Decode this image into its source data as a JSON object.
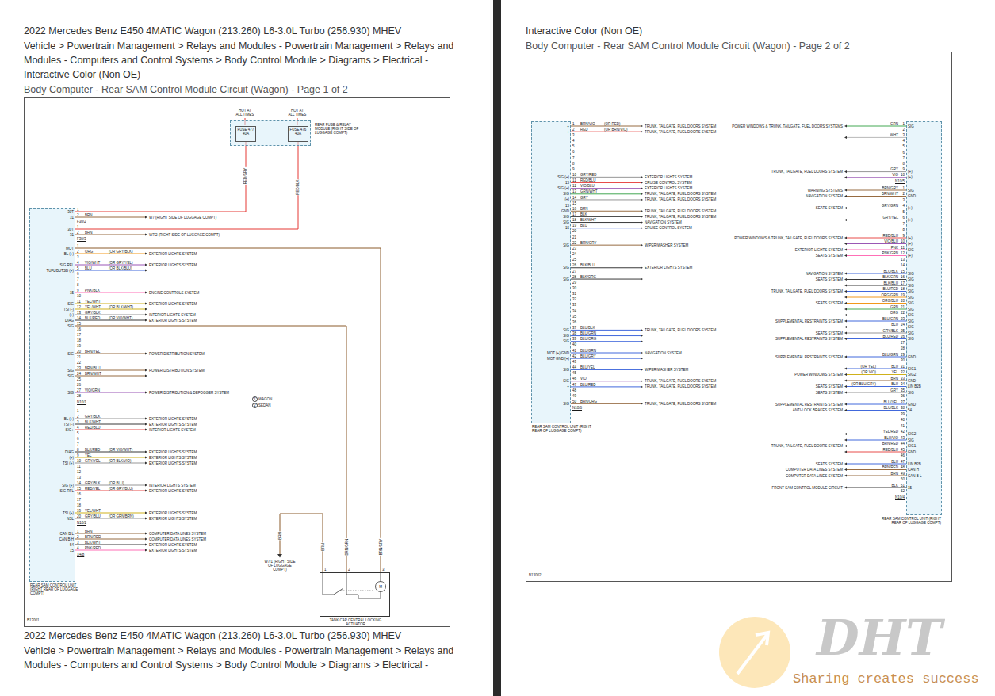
{
  "diagram": {
    "title": "2022 Mercedes Benz E450 4MATIC Wagon (213.260) L6-3.0L Turbo (256.930) MHEV",
    "nodes": [
      {
        "text": [
          "REAR FUSE & RELAY MODULE (RIGHT SIDE OF LUGGAGE COMPT)"
        ]
      },
      {
        "text": [
          "FUSE 477 40A"
        ],
        "in": 0
      },
      {
        "text": [
          "FUSE 476 40A"
        ],
        "in": 0
      },
      {
        "text": [
          "REAR SAM CONTROL UNIT (RIGHT REAR OF LUGGAGE COMPT)"
        ]
      },
      {
        "text": [
          "TANK CAP CENTRAL LOCKING ACTUATOR"
        ]
      },
      {
        "text": [
          "REAR SAM CONTROL UNIT (RIGHT REAR OF LUGGAGE COMPT)"
        ]
      },
      {
        "text": [
          "REAR SAM CONTROL UNIT (RIGHT REAR OF LUGGAGE COMPT)"
        ]
      }
    ],
    "edges": [
      {
        "from": 1,
        "to": 3,
        "arrow": "none",
        "label": "RED/GRY"
      },
      {
        "from": 2,
        "to": 3,
        "arrow": "none",
        "label": "RED/BLK"
      },
      {
        "from": 3,
        "to": 4,
        "arrow": "none",
        "label": "BRN/GRY"
      },
      {
        "from": 3,
        "to": 4,
        "arrow": "none",
        "label": "BRN/GRN"
      }
    ],
    "labels": [
      "Vehicle > Powertrain Management > Relays and Modules - Powertrain Management > Relays and Modules - Computers and Control Systems > Body Control Module > Diagrams > Electrical - Interactive Color (Non OE)",
      "Body Computer - Rear SAM Control Module Circuit (Wagon) - Page 1 of 2",
      "2022 Mercedes Benz E450 4MATIC Wagon (213.260) L6-3.0L Turbo (256.930) MHEV",
      "Vehicle > Powertrain Management > Relays and Modules - Powertrain Management > Relays and Modules - Computers and Control Systems > Body Control Module > Diagrams > Electrical -",
      "Interactive Color (Non OE)",
      "Body Computer - Rear SAM Control Module Circuit (Wagon) - Page 2 of 2",
      "HOT AT ALL TIMES",
      "HOT AT ALL TIMES",
      "1",
      "WAGON",
      "2",
      "SEDAN",
      "W7/1 (RIGHT SIDE OF LUGGAGE COMPT)",
      "BRN",
      "1",
      "2",
      "3",
      "B13001",
      "B13002",
      "Sharing creates success",
      "DHT",
      "M",
      "BRN",
      "30T",
      "1",
      "31",
      "2",
      "BRN",
      "W7 (RIGHT SIDE OF LUGGAGE COMPT)",
      "F30/2",
      "30T",
      "1",
      "31",
      "2",
      "BRN",
      "W7/2 (RIGHT SIDE OF LUGGAGE COMPT)",
      "F30/3",
      "MOT",
      "1",
      "BL (+)",
      "2",
      "ORG",
      "(OR GRY/BLK)",
      "EXTERIOR LIGHTS SYSTEM",
      "3",
      "SIG RFL",
      "4",
      "VIO/WHT",
      "(OR GRY/YEL)",
      "EXTERIOR LIGHTS SYSTEM",
      "TUFL/BUTSB (+)",
      "5",
      "BLU",
      "(OR BLK/BLU)",
      "6",
      "7",
      "8",
      "15",
      "9",
      "PNK/BLK",
      "ENGINE CONTROLS SYSTEM",
      "10",
      "SIG",
      "11",
      "YEL/WHT",
      "EXTERIOR LIGHTS SYSTEM",
      "TSI (-)",
      "12",
      "YEL/WHT",
      "(OR BLK/WHT)",
      "(+)",
      "13",
      "GRY/BLK",
      "INTERIOR LIGHTS SYSTEM",
      "DIAG",
      "14",
      "BLK/RED",
      "(OR VIO/WHT)",
      "EXTERIOR LIGHTS SYSTEM",
      "SIG",
      "15",
      "16",
      "17",
      "18",
      "19",
      "SIG",
      "20",
      "BRN/YEL",
      "POWER DISTRIBUTION SYSTEM",
      "21",
      "22",
      "SIG",
      "23",
      "BRN/BLU",
      "POWER DISTRIBUTION SYSTEM",
      "SIG",
      "24",
      "BRN/WHT",
      "25",
      "26",
      "SIG",
      "27",
      "VIO/GRN",
      "POWER DISTRIBUTION & DEFOGGER SYSTEM",
      "28",
      "N10/1",
      "1",
      "BL (+)",
      "2",
      "GRY/BLK",
      "EXTERIOR LIGHTS SYSTEM",
      "TSI (-)",
      "3",
      "BLK/WHT",
      "EXTERIOR LIGHTS SYSTEM",
      "SIG+",
      "4",
      "RED/BLU",
      "INTERIOR LIGHTS SYSTEM",
      "5",
      "6",
      "7",
      "DIAG",
      "8",
      "BLK/RED",
      "(OR VIO/WHT)",
      "EXTERIOR LIGHTS SYSTEM",
      "(+)",
      "9",
      "YEL",
      "EXTERIOR LIGHTS SYSTEM",
      "TSI (+)",
      "10",
      "GRY/YEL",
      "(OR BLK/VIO)",
      "EXTERIOR LIGHTS SYSTEM",
      "11",
      "12",
      "13",
      "SIG (+)",
      "14",
      "GRY/BLK",
      "(OR BLU)",
      "INTERIOR LIGHTS SYSTEM",
      "SIG RFL",
      "15",
      "RED/YEL",
      "(OR GRY/BLU)",
      "EXTERIOR LIGHTS SYSTEM",
      "16",
      "17",
      "18",
      "TSI (+)",
      "19",
      "YEL/WHT",
      "EXTERIOR LIGHTS SYSTEM",
      "NSL",
      "20",
      "GRY/BLU",
      "(OR GRN/BRN)",
      "EXTERIOR LIGHTS SYSTEM",
      "N10/2",
      "CAN B L",
      "1",
      "BRN",
      "COMPUTER DATA LINES SYSTEM",
      "CAN B H",
      "2",
      "BRN/RED",
      "COMPUTER DATA LINES SYSTEM",
      "54",
      "3",
      "BLK/WHT",
      "EXTERIOR LIGHTS SYSTEM",
      "15",
      "4",
      "PNK/RED",
      "EXTERIOR LIGHTS SYSTEM",
      "X4/8",
      "+",
      "1",
      "BRN/VIO",
      "(OR RED)",
      "TRUNK, TAILGATE, FUEL DOORS SYSTEM",
      "+",
      "2",
      "RED",
      "(OR BRN/VIO)",
      "TRUNK, TAILGATE, FUEL DOORS SYSTEM",
      "3",
      "4",
      "5",
      "6",
      "7",
      "8",
      "9",
      "SIG (+)",
      "10",
      "GRY/RED",
      "EXTERIOR LIGHTS SYSTEM",
      "15",
      "11",
      "RED/BLU",
      "CRUISE CONTROL SYSTEM",
      "SIG (+)",
      "12",
      "VIO/BLU",
      "EXTERIOR LIGHTS SYSTEM",
      "SIG",
      "13",
      "GRN/WHT",
      "TRUNK, TAILGATE, FUEL DOORS SYSTEM",
      "(+)",
      "14",
      "GRY",
      "TRUNK, TAILGATE, FUEL DOORS SYSTEM",
      "15",
      "15",
      "GND",
      "16",
      "BRN",
      "TRUNK, TAILGATE, FUEL DOORS SYSTEM",
      "SIG",
      "17",
      "BLK",
      "TRUNK, TAILGATE, FUEL DOORS SYSTEM",
      "SIG",
      "18",
      "BLK/WHT",
      "NAVIGATION SYSTEM",
      "15",
      "19",
      "BLU",
      "CRUISE CONTROL SYSTEM",
      "20",
      "21",
      "SIG",
      "22",
      "BRN/GRY",
      "WIPER/WASHER SYSTEM",
      "23",
      "24",
      "25",
      "SIG",
      "26",
      "BLK/BLU",
      "EXTERIOR LIGHTS SYSTEM",
      "27",
      "SIG",
      "28",
      "BLK/ORG",
      "29",
      "30",
      "31",
      "32",
      "33",
      "34",
      "35",
      "36",
      "SIG",
      "37",
      "BLU/BLK",
      "TRUNK, TAILGATE, FUEL DOORS SYSTEM",
      "SIG",
      "38",
      "BLU/GRN",
      "SIG",
      "39",
      "BLU/ORG",
      "40",
      "MOT (+)/GND",
      "41",
      "BLU/GRN",
      "NAVIGATION SYSTEM",
      "MOT GND/(+)",
      "42",
      "BLU/GRY",
      "43",
      "SIG",
      "44",
      "BLU/YEL",
      "WIPER/WASHER SYSTEM",
      "45",
      "SIG",
      "46",
      "VIO",
      "TRUNK, TAILGATE, FUEL DOORS SYSTEM",
      "+",
      "47",
      "BLU/RED",
      "TRUNK, TAILGATE, FUEL DOORS SYSTEM",
      "48",
      "49",
      "SIG",
      "50",
      "BRN/ORG",
      "TRUNK, TAILGATE, FUEL DOORS SYSTEM",
      "N10/6",
      "SIG",
      "1",
      "GRN",
      "POWER WINDOWS & TRUNK, TAILGATE, FUEL DOORS SYSTEMS",
      "2",
      "3",
      "WHT",
      "4",
      "5",
      "6",
      "7",
      "8",
      "(+)",
      "9",
      "GRY",
      "TRUNK, TAILGATE, FUEL DOORS SYSTEM",
      "(+)",
      "10",
      "VIO",
      "N10/5",
      "SIG",
      "1",
      "BRN/GRY",
      "WARNING SYSTEMS",
      "GND",
      "2",
      "BRN/WHT",
      "NAVIGATION SYSTEM",
      "3",
      "(+)",
      "4",
      "GRY/GRN",
      "SEATS SYSTEM",
      "5",
      "(+)",
      "6",
      "GRY/YEL",
      "7",
      "8",
      "(+)",
      "9",
      "RED/BLU",
      "POWER WINDOWS & TRUNK, TAILGATE, FUEL DOORS SYSTEM",
      "(+)",
      "10",
      "VIO/BLU",
      "SIG",
      "11",
      "PNK",
      "EXTERIOR LIGHTS SYSTEM",
      "(+)",
      "12",
      "PNK/GRN",
      "SEATS SYSTEM",
      "13",
      "14",
      "SIG",
      "15",
      "BLU/BLK",
      "NAVIGATION SYSTEM",
      "SIG",
      "16",
      "BLK/GRN",
      "SEATS SYSTEM",
      "SIG",
      "17",
      "BLK/BLU",
      "SIG",
      "18",
      "BLU/RED",
      "TRUNK, TAILGATE, FUEL DOORS SYSTEM",
      "SIG",
      "19",
      "ORG/GRN",
      "SIG",
      "20",
      "ORG/BLU",
      "SEATS SYSTEM",
      "SIG",
      "21",
      "GRN",
      "SIG",
      "22",
      "ORG",
      "SIG",
      "23",
      "BLU/GRN",
      "SUPPLEMENTAL RESTRAINTS SYSTEM",
      "SIG",
      "24",
      "BLU",
      "SIG",
      "25",
      "GRY/BLK",
      "SEATS SYSTEM",
      "SIG",
      "26",
      "BLU/RED",
      "SUPPLEMENTAL RESTRAINTS SYSTEM",
      "27",
      "28",
      "GND",
      "29",
      "BLU/GRN",
      "SUPPLEMENTAL RESTRAINTS SYSTEM",
      "30",
      "SIG1",
      "31",
      "BLU",
      "(OR YEL)",
      "SIG2",
      "32",
      "YEL",
      "(OR VIO)",
      "POWER WINDOWS SYSTEM",
      "GND",
      "33",
      "BRN",
      "LIN B2B",
      "34",
      "BLU",
      "(OR BLU/GRY)",
      "SEATS SYSTEM",
      "SIG",
      "35",
      "GRY",
      "SEATS SYSTEM",
      "36",
      "GND",
      "37",
      "BLU/YEL",
      "SUPPLEMENTAL RESTRAINTS SYSTEM",
      "54",
      "38",
      "BLU/BLK",
      "ANTI-LOCK BRAKES SYSTEM",
      "39",
      "40",
      "41",
      "SIG2",
      "42",
      "YEL/RED",
      "SIG",
      "43",
      "BLU/VIO",
      "SIG1",
      "44",
      "BRN/RED",
      "TRUNK, TAILGATE, FUEL DOORS SYSTEM",
      "GND",
      "45",
      "RED/BLU",
      "46",
      "LIN B2B",
      "47",
      "BLU",
      "SEATS SYSTEM",
      "CAN H",
      "48",
      "BRN/RED",
      "COMPUTER DATA LINES SYSTEM",
      "CAN B L",
      "49",
      "BRN",
      "COMPUTER DATA LINES SYSTEM",
      "50",
      "15",
      "51",
      "BLK",
      "FRONT SAM CONTROL MODULE CIRCUIT",
      "52",
      "N10/4"
    ]
  }
}
